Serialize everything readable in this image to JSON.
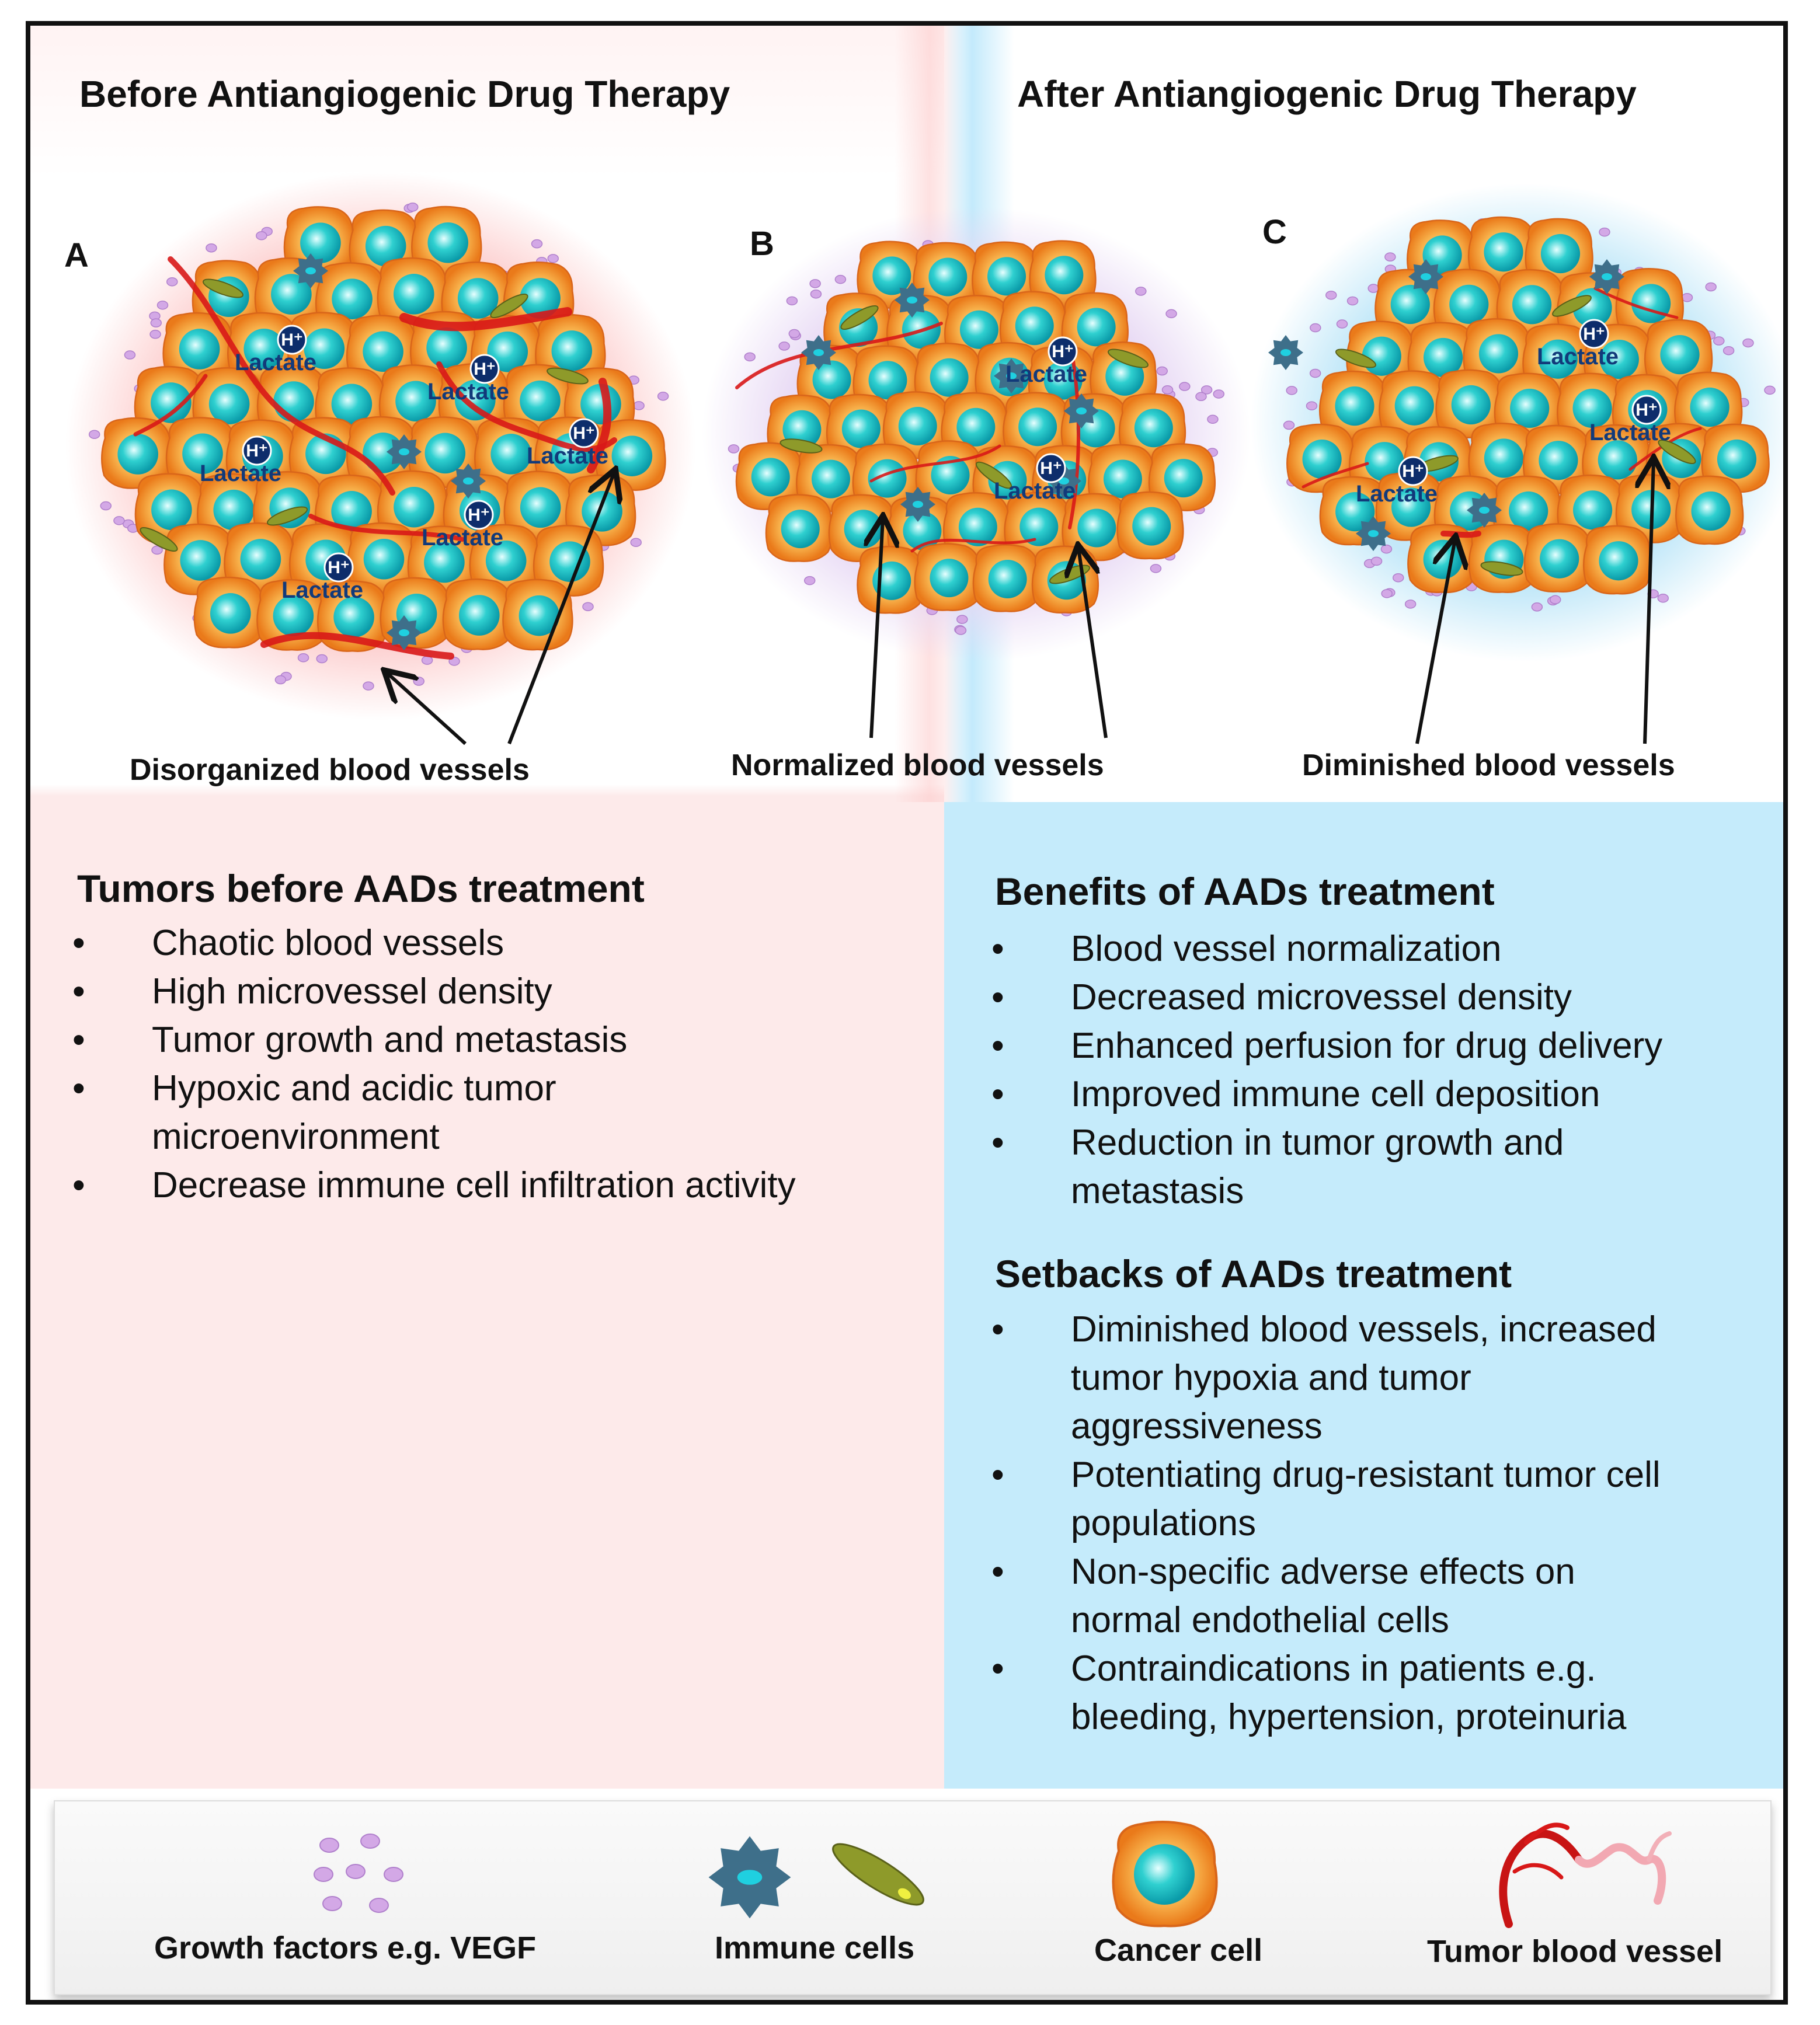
{
  "headings": {
    "before": "Before Antiangiogenic Drug Therapy",
    "after": "After Antiangiogenic Drug Therapy"
  },
  "panels": [
    {
      "letter": "A",
      "vessel_label": "Disorganized blood vessels"
    },
    {
      "letter": "B",
      "vessel_label": "Normalized blood vessels"
    },
    {
      "letter": "C",
      "vessel_label": "Diminished blood vessels"
    }
  ],
  "tumor_labels": {
    "lactate": "Lactate",
    "hplus": "H⁺"
  },
  "left_box": {
    "title": "Tumors before AADs treatment",
    "items": [
      "Chaotic blood vessels",
      "High microvessel density",
      "Tumor growth and metastasis",
      "Hypoxic and acidic tumor microenvironment",
      "Decrease immune cell infiltration activity"
    ]
  },
  "benefits_box": {
    "title": "Benefits of AADs treatment",
    "items": [
      "Blood vessel normalization",
      "Decreased microvessel density",
      "Enhanced perfusion for drug delivery",
      "Improved immune cell deposition",
      "Reduction in tumor growth and metastasis"
    ]
  },
  "setbacks_box": {
    "title": "Setbacks of AADs treatment",
    "items": [
      "Diminished blood vessels, increased tumor hypoxia and tumor aggressiveness",
      "Potentiating drug-resistant tumor cell populations",
      "Non-specific adverse effects on normal endothelial cells",
      "Contraindications in patients e.g. bleeding, hypertension, proteinuria"
    ]
  },
  "legend": {
    "growth_factors": "Growth factors e.g. VEGF",
    "immune_cells": "Immune cells",
    "cancer_cell": "Cancer cell",
    "tumor_vessel": "Tumor blood vessel"
  },
  "colors": {
    "cancer_outer": "#f08a2a",
    "cancer_nucleus": "#1fc3c3",
    "vessel": "#d81818",
    "immune_star": "#3e6f8a",
    "immune_spindle": "#8e9a2a",
    "growth_factor": "#c8a0e0",
    "hplus_circle": "#0d2d6b",
    "left_panel_bg": "#fdeaea",
    "right_panel_bg": "#c5ebfb"
  }
}
